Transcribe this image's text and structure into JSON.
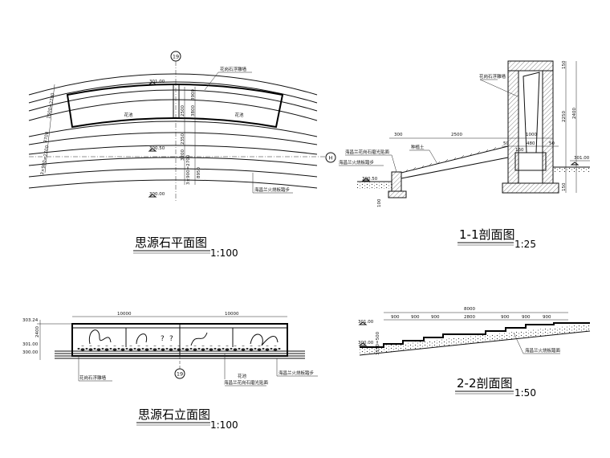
{
  "plan": {
    "title": "思源石平面图",
    "scale": "1:100",
    "axis_top": "19",
    "axis_right": "H",
    "label_wall": "花岗石浮雕墙",
    "label_bed_left": "花池",
    "label_bed_right": "花池",
    "label_steps": "海昌兰火烧板踏步",
    "elev_top": "301.00",
    "elev_mid": "300.50",
    "elev_bottom": "300.00",
    "dim_left_1": "1500=2700",
    "dim_left_2": "3700",
    "dim_left_3": "3×900=2700",
    "dim_c1": "2500",
    "dim_c2": "3800",
    "dim_c3": "2350",
    "dim_c4": "3200",
    "dim_c5": "3×900=2700",
    "dim_c6": "8950",
    "dim_c7": "3900"
  },
  "section11": {
    "title": "1-1剖面图",
    "scale": "1:25",
    "label_wall": "花岗石浮雕墙",
    "label_coping": "海昌兰花岗石磨光贴面",
    "label_step": "海昌兰火烧板踏步",
    "label_soil": "种植土",
    "dim_300": "300",
    "dim_2500": "2500",
    "dim_1000": "1000",
    "dim_50a": "50",
    "dim_480": "480",
    "dim_50b": "50",
    "dim_160": "160",
    "dim_h150_top": "150",
    "dim_h2400": "2400",
    "dim_h2250": "2250",
    "dim_h150_bot": "150",
    "dim_100": "100",
    "elev_right": "301.00",
    "elev_left": "300.50"
  },
  "elevation": {
    "title": "思源石立面图",
    "scale": "1:100",
    "axis_bottom": "19",
    "dim_left": "10000",
    "dim_right": "10000",
    "elev_1": "303.24",
    "elev_2": "301.00",
    "elev_3": "300.00",
    "dim_v": "2400",
    "label_wall": "花岗石浮雕墙",
    "label_bed": "花池",
    "label_coping": "海昌兰花岗石磨光贴面",
    "label_step": "海昌兰火烧板踏步"
  },
  "section22": {
    "title": "2-2剖面图",
    "scale": "1:50",
    "dim_total": "8000",
    "steps": [
      "900",
      "900",
      "900",
      "2800",
      "900",
      "900",
      "900"
    ],
    "elev_top": "301.00",
    "elev_bottom": "300.00",
    "dim_left": "3150=500",
    "label_step": "海昌兰火烧板踏面"
  }
}
